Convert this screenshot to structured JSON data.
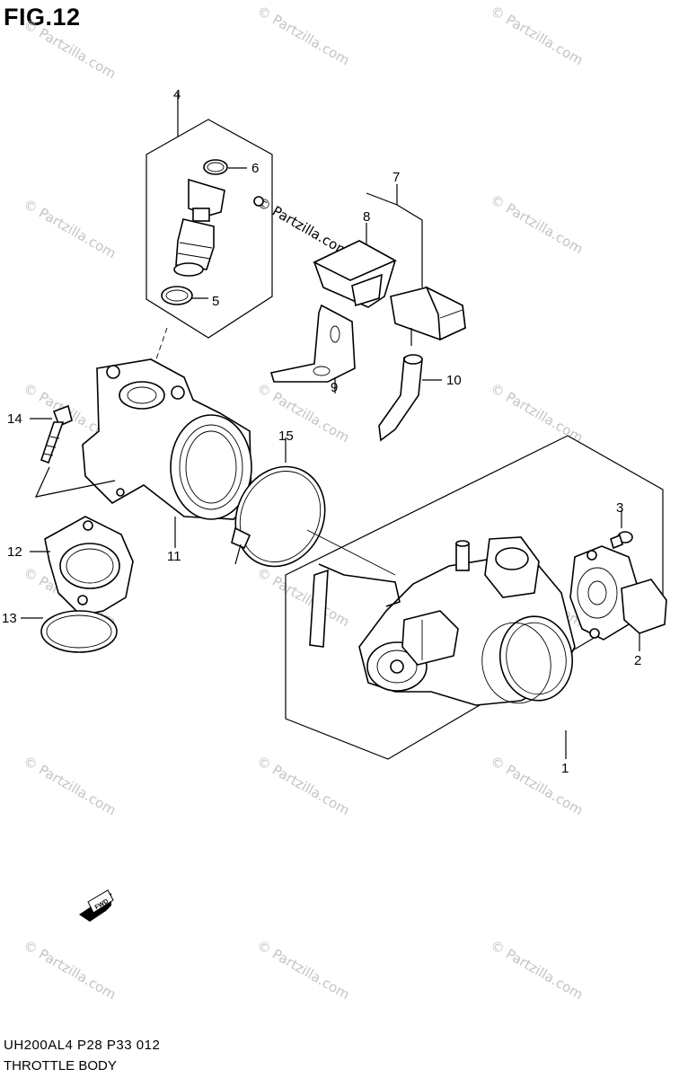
{
  "figure_label": "FIG.12",
  "watermark_text": "© Partzilla.com",
  "callouts": [
    "1",
    "2",
    "3",
    "4",
    "5",
    "6",
    "7",
    "8",
    "9",
    "10",
    "11",
    "12",
    "13",
    "14",
    "15"
  ],
  "footer": {
    "code": "UH200AL4  P28  P33  012",
    "name": "THROTTLE BODY"
  },
  "fwd_label": "FWD"
}
